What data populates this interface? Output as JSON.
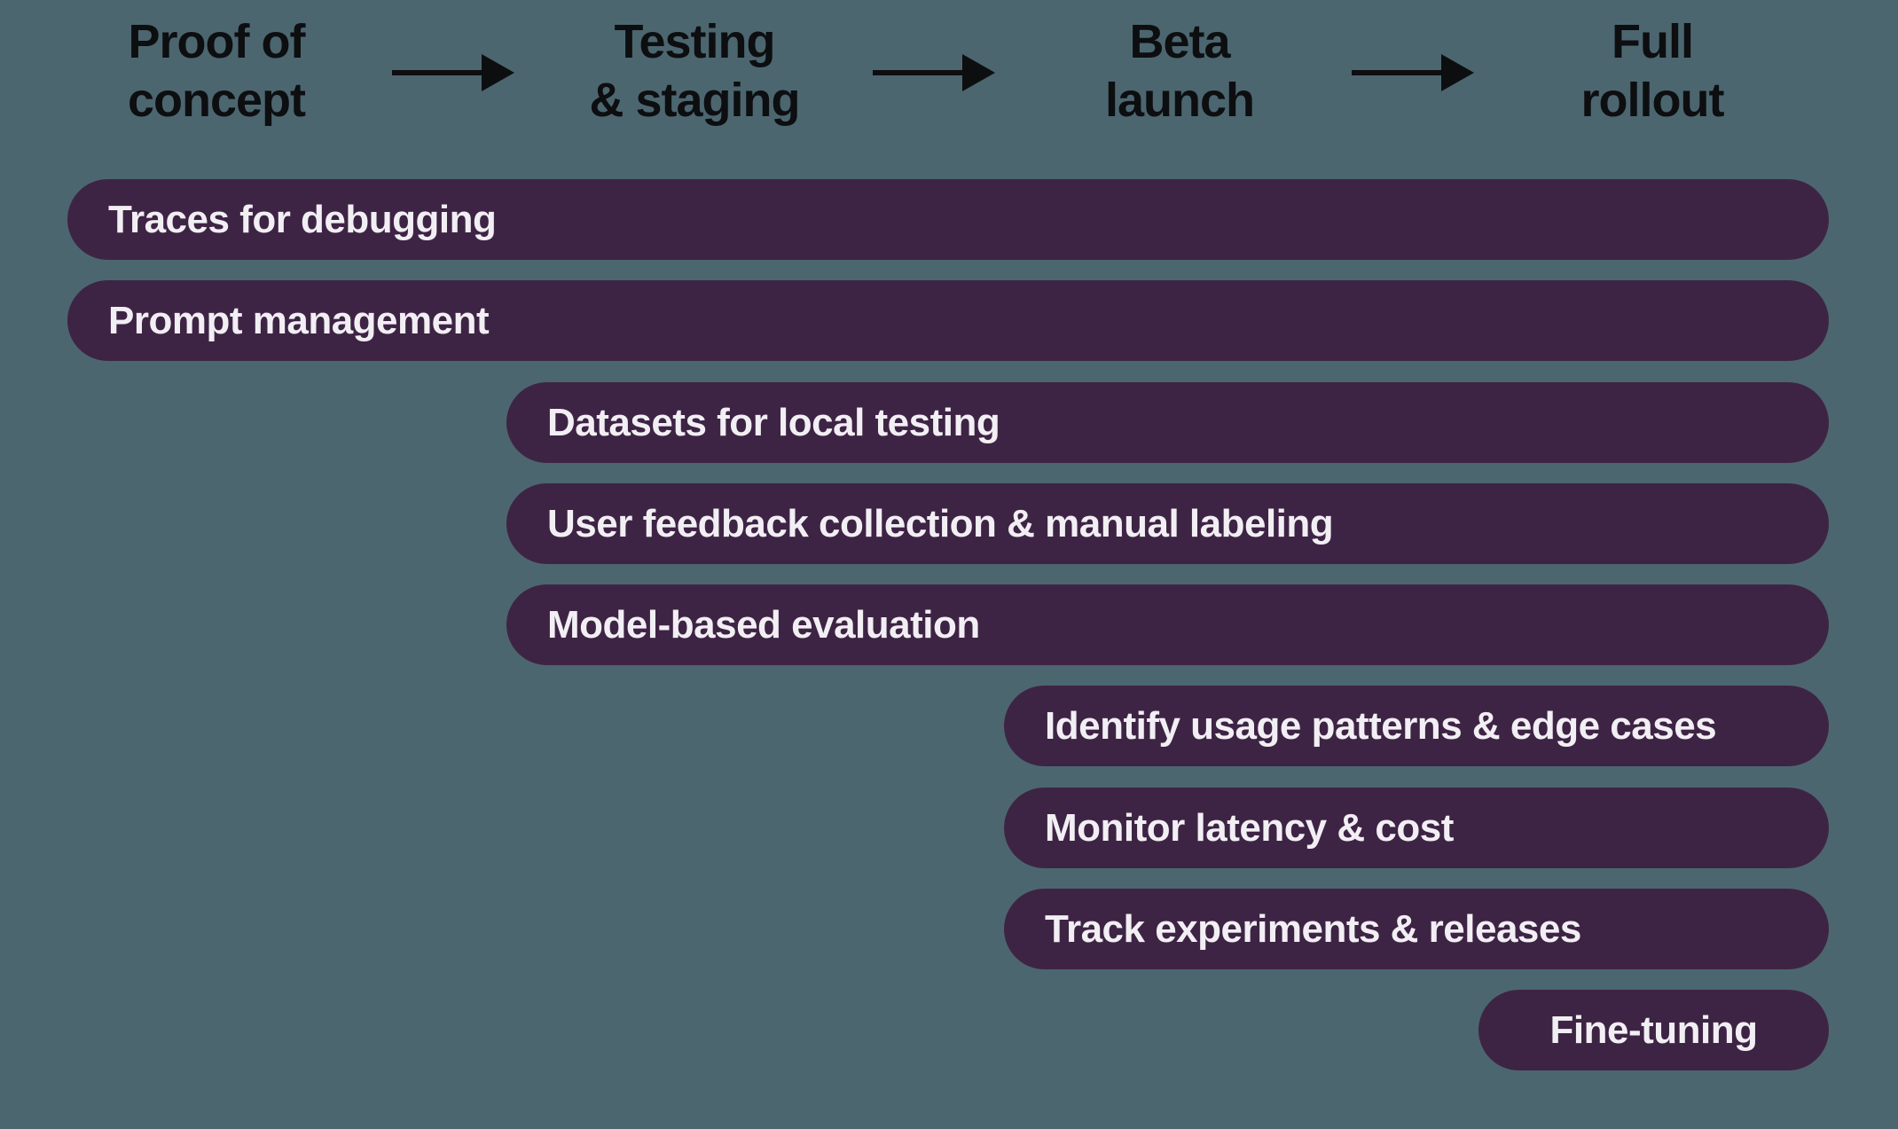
{
  "diagram": {
    "title_semantics": "LLM product lifecycle stages with supporting tooling bars",
    "stages": [
      {
        "line1": "Proof of",
        "line2": "concept"
      },
      {
        "line1": "Testing",
        "line2": "& staging"
      },
      {
        "line1": "Beta",
        "line2": "launch"
      },
      {
        "line1": "Full",
        "line2": "rollout"
      }
    ],
    "arrows": [
      {
        "from": "Proof of concept",
        "to": "Testing & staging"
      },
      {
        "from": "Testing & staging",
        "to": "Beta launch"
      },
      {
        "from": "Beta launch",
        "to": "Full rollout"
      }
    ],
    "bars": [
      {
        "label": "Traces for debugging",
        "starts_at_stage": "Proof of concept",
        "extends_to": "Full rollout"
      },
      {
        "label": "Prompt management",
        "starts_at_stage": "Proof of concept",
        "extends_to": "Full rollout"
      },
      {
        "label": "Datasets for local testing",
        "starts_at_stage": "Testing & staging",
        "extends_to": "Full rollout"
      },
      {
        "label": "User feedback collection & manual labeling",
        "starts_at_stage": "Testing & staging",
        "extends_to": "Full rollout"
      },
      {
        "label": "Model-based evaluation",
        "starts_at_stage": "Testing & staging",
        "extends_to": "Full rollout"
      },
      {
        "label": "Identify usage patterns & edge cases",
        "starts_at_stage": "Beta launch",
        "extends_to": "Full rollout"
      },
      {
        "label": "Monitor latency & cost",
        "starts_at_stage": "Beta launch",
        "extends_to": "Full rollout"
      },
      {
        "label": "Track experiments & releases",
        "starts_at_stage": "Beta launch",
        "extends_to": "Full rollout"
      },
      {
        "label": "Fine-tuning",
        "starts_at_stage": "Full rollout",
        "extends_to": "Full rollout"
      }
    ],
    "colors": {
      "background": "#4C6670",
      "bar": "#3E2444",
      "bar-text": "#F2EFF4",
      "header-text": "#0D0E10",
      "arrow": "#0D0E10"
    }
  }
}
